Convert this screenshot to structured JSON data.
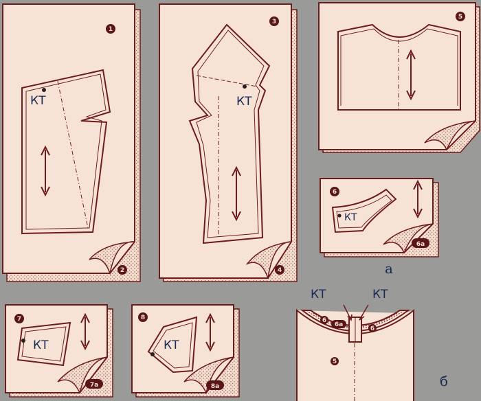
{
  "colors": {
    "background": "#9a9a98",
    "paper": "#f7e3d5",
    "outline": "#6d1c1c",
    "label": "#1b2a55",
    "dots": "#8a5a50"
  },
  "marker_label": "КТ",
  "panel_numbers": [
    "1",
    "2",
    "3",
    "4",
    "5",
    "6",
    "6а",
    "7",
    "7а",
    "8",
    "8а"
  ],
  "group_labels": {
    "a": "а",
    "b": "б"
  }
}
